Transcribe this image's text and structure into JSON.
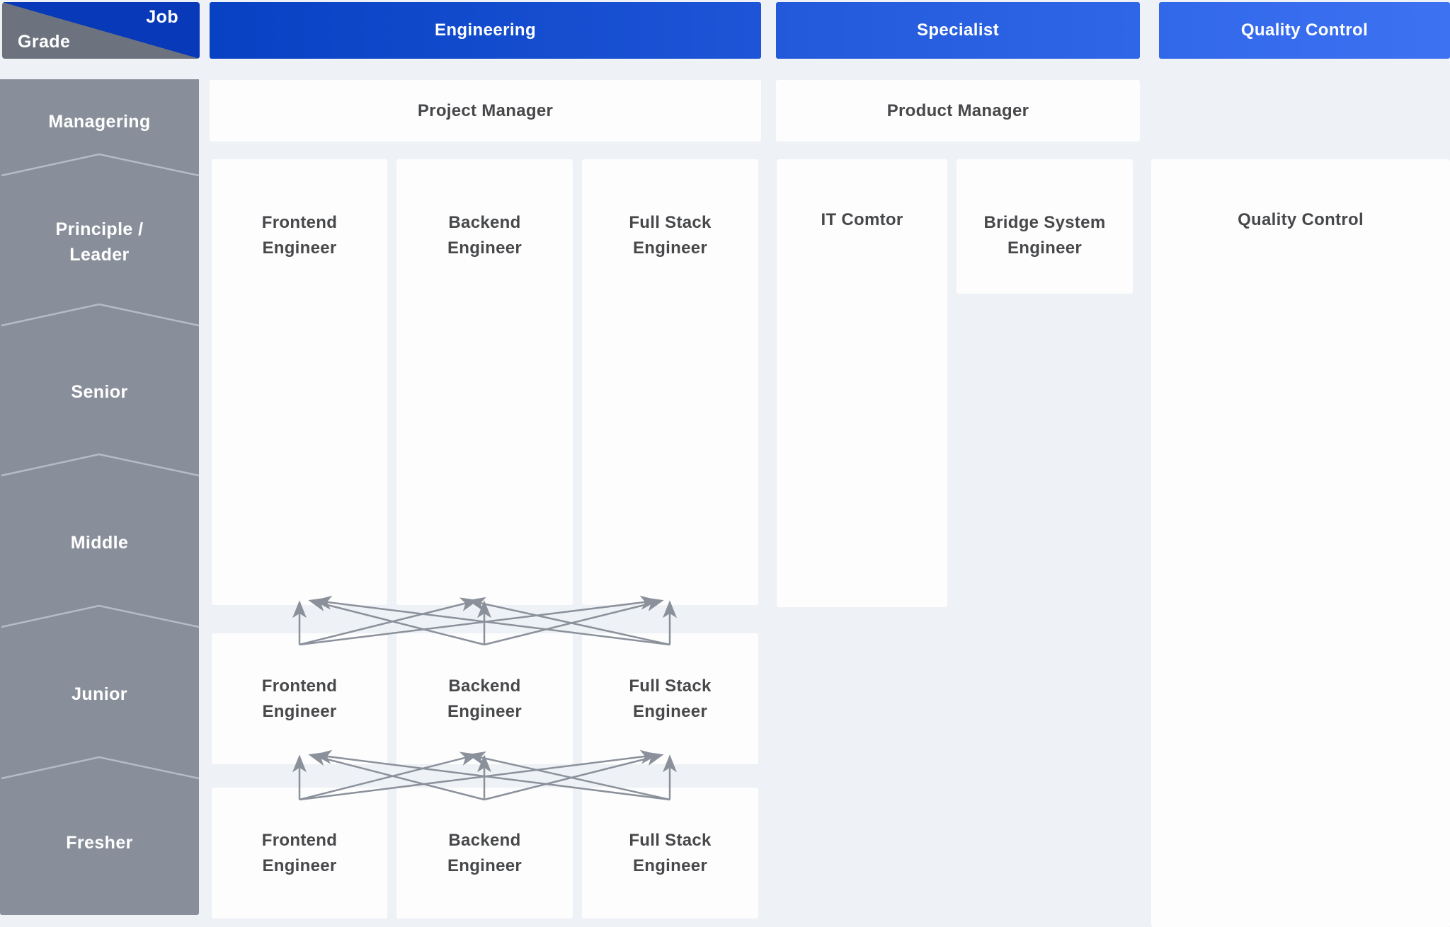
{
  "corner": {
    "job": "Job",
    "grade": "Grade"
  },
  "job_groups": {
    "engineering": "Engineering",
    "specialist": "Specialist",
    "quality_control": "Quality Control"
  },
  "grades": [
    "Managering",
    "Principle / Leader",
    "Senior",
    "Middle",
    "Junior",
    "Fresher"
  ],
  "jobs": {
    "project_manager": "Project Manager",
    "product_manager": "Product Manager",
    "frontend": "Frontend Engineer",
    "backend": "Backend Engineer",
    "fullstack": "Full Stack Engineer",
    "it_comtor": "IT Comtor",
    "bridge_system_engineer": "Bridge System Engineer",
    "quality_control": "Quality Control"
  },
  "arrows": {
    "clusters": [
      {
        "from_grade": "Junior",
        "to_grade": "Middle",
        "between": [
          "Frontend Engineer",
          "Backend Engineer",
          "Full Stack Engineer"
        ]
      },
      {
        "from_grade": "Fresher",
        "to_grade": "Junior",
        "between": [
          "Frontend Engineer",
          "Backend Engineer",
          "Full Stack Engineer"
        ]
      }
    ]
  },
  "colors": {
    "header_blue_start": "#0841c3",
    "header_blue_end": "#3d72f2",
    "corner_blue": "#0739b9",
    "grade_gray": "#898f9a",
    "corner_gray": "#6d737e",
    "chevron_line": "#b6bcc6",
    "arrow_gray": "#8b919b",
    "background": "#eef1f5",
    "card_white": "#fdfdfe",
    "card_text": "#47484a"
  }
}
